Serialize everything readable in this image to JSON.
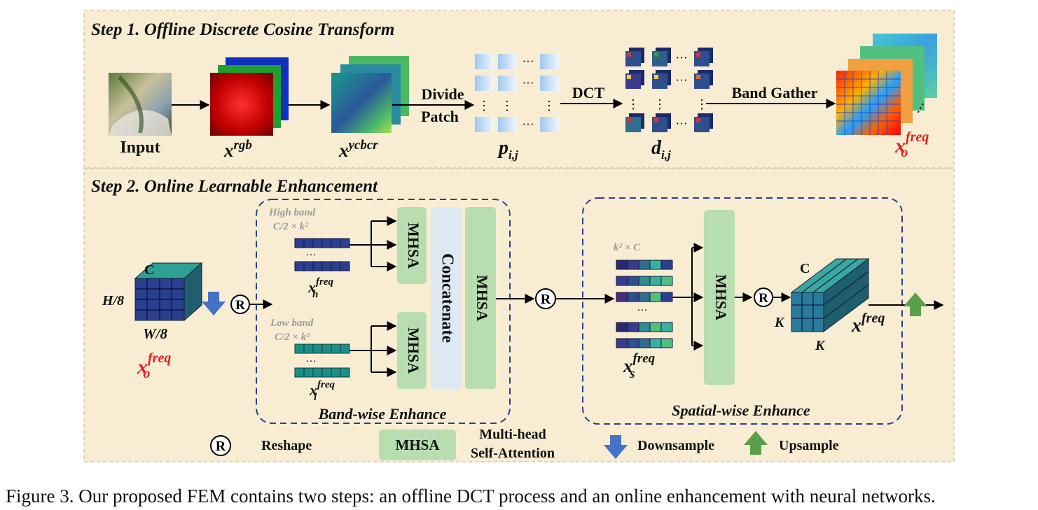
{
  "step1": {
    "title": "Step 1. Offline Discrete Cosine Transform",
    "input_label": "Input",
    "x_rgb": {
      "base": "x",
      "sup": "rgb"
    },
    "x_ycbcr": {
      "base": "x",
      "sup": "ycbcr"
    },
    "divide_line1": "Divide",
    "divide_line2": "Patch",
    "p_label": {
      "base": "p",
      "sub": "i,j"
    },
    "dct_label": "DCT",
    "d_label": {
      "base": "d",
      "sub": "i,j"
    },
    "band_gather": "Band Gather",
    "xo_freq": {
      "base": "x",
      "sup": "freq",
      "sub": "o"
    },
    "ellipsis": "···",
    "vdots": "⋮"
  },
  "step2": {
    "title": "Step 2. Online Learnable Enhancement",
    "cube_c": "C",
    "cube_h": "H/8",
    "cube_w": "W/8",
    "xo_freq": {
      "base": "x",
      "sup": "freq",
      "sub": "o"
    },
    "reshape_symbol": "R",
    "high_band": "High band",
    "high_dim": "C/2 × k²",
    "low_band": "Low band",
    "low_dim": "C/2 × k²",
    "xh_freq": {
      "base": "x",
      "sup": "freq",
      "sub": "h"
    },
    "xl_freq": {
      "base": "x",
      "sup": "freq",
      "sub": "l"
    },
    "mhsa": "MHSA",
    "concatenate": "Concatenate",
    "band_wise": "Band-wise Enhance",
    "k2c": "k² × C",
    "xs_freq": {
      "base": "x",
      "sup": "freq",
      "sub": "s"
    },
    "spatial_wise": "Spatial-wise Enhance",
    "out_c": "C",
    "out_k1": "K",
    "out_k2": "K",
    "x_freq": {
      "base": "x",
      "sup": "freq"
    },
    "ellipsis": "···"
  },
  "legend": {
    "reshape_symbol": "R",
    "reshape": "Reshape",
    "mhsa_box": "MHSA",
    "mhsa_line1": "Multi-head",
    "mhsa_line2": "Self-Attention",
    "downsample": "Downsample",
    "upsample": "Upsample"
  },
  "caption": "Figure 3. Our proposed FEM contains two steps: an offline DCT process and an online enhancement with neural networks.",
  "colors": {
    "panel_fill": "#f8edd3",
    "panel_border": "#d9c79c",
    "mhsa_green": "#b8ddb0",
    "concat_blue": "#dde8f3",
    "red_label": "#e02020",
    "navy_token": "#2a3f8f",
    "teal_token": "#1e8f86",
    "down_arrow": "#4472c4",
    "up_arrow": "#5aa04a"
  }
}
